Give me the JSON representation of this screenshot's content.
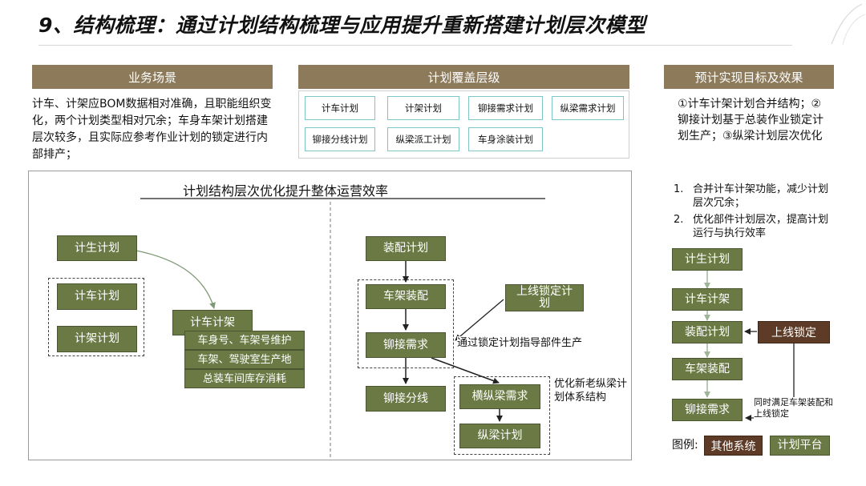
{
  "title": "9、结构梳理：通过计划结构梳理与应用提升重新搭建计划层次模型",
  "business": {
    "header": "业务场景",
    "text": "计车、计架应BOM数据相对准确，且职能组织变化，两个计划类型相对冗余；车身车架计划搭建层次较多，且实际应参考作业计划的锁定进行内部排产；"
  },
  "coverage": {
    "header": "计划覆盖层级",
    "items": [
      "计车计划",
      "计架计划",
      "铆接需求计划",
      "纵梁需求计划",
      "铆接分线计划",
      "纵梁派工计划",
      "车身涂装计划"
    ]
  },
  "goals": {
    "header": "预计实现目标及效果",
    "text": "①计车计架计划合并结构；②铆接计划基于总装作业锁定计划生产；③纵梁计划层次优化",
    "list": [
      {
        "num": "1.",
        "text": "合并计车计架功能，减少计划层次冗余；"
      },
      {
        "num": "2.",
        "text": "优化部件计划层次，提高计划运行与执行效率"
      }
    ]
  },
  "main": {
    "heading": "计划结构层次优化提升整体运营效率",
    "left": {
      "source": "计生计划",
      "grouped": [
        "计车计划",
        "计架计划"
      ],
      "target": "计车计架",
      "subitems": [
        "车身号、车架号维护",
        "车架、驾驶室生产地",
        "总装车间库存消耗"
      ]
    },
    "right": {
      "top": "装配计划",
      "grouped": [
        "车架装配",
        "铆接需求"
      ],
      "lock": "上线锁定计划",
      "lock_note": "通过锁定计划指导部件生产",
      "branch": "铆接分线",
      "optimized": [
        "横纵梁需求",
        "纵梁计划"
      ],
      "opt_note": "优化新老纵梁计划体系结构"
    }
  },
  "flow": {
    "nodes": [
      "计生计划",
      "计车计架",
      "装配计划",
      "车架装配",
      "铆接需求"
    ],
    "lock": "上线锁定",
    "note": "同时满足车架装配和上线锁定"
  },
  "legend": {
    "label": "图例:",
    "other": "其他系统",
    "platform": "计划平台"
  },
  "colors": {
    "header_bg": "#8c7a5b",
    "green_node": "#6b7a45",
    "brown_node": "#5d3b26",
    "coverage_border": "#7fc7c7"
  }
}
